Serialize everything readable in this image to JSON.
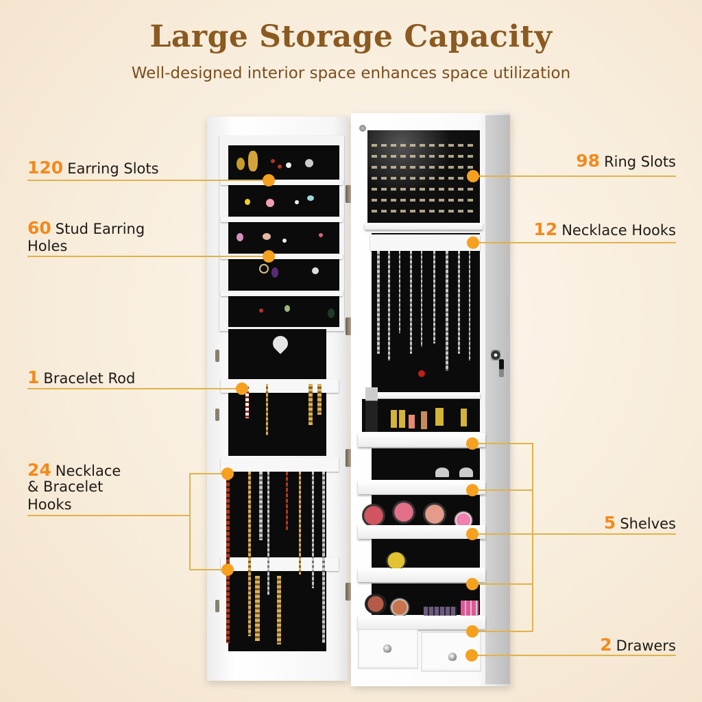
{
  "header": {
    "title": "Large Storage Capacity",
    "subtitle": "Well-designed interior space enhances space utilization"
  },
  "colors": {
    "title": "#8a5a20",
    "number_accent": "#f28a1c",
    "connector_line": "#e0b24a",
    "dot": "#f5a01e",
    "background": "#f8eddc"
  },
  "callouts": {
    "earring_slots": {
      "number": "120",
      "label": "Earring Slots"
    },
    "stud_holes": {
      "number": "60",
      "label_line1": "Stud Earring",
      "label_line2": "Holes"
    },
    "bracelet_rod": {
      "number": "1",
      "label": "Bracelet Rod"
    },
    "necklace_bracelet_hooks": {
      "number": "24",
      "label_line1": "Necklace",
      "label_line2": "& Bracelet",
      "label_line3": "Hooks"
    },
    "ring_slots": {
      "number": "98",
      "label": "Ring Slots"
    },
    "necklace_hooks": {
      "number": "12",
      "label": "Necklace Hooks"
    },
    "shelves": {
      "number": "5",
      "label": "Shelves"
    },
    "drawers": {
      "number": "2",
      "label": "Drawers"
    }
  },
  "product": {
    "name": "wall-mounted jewelry armoire",
    "icons": [
      "lock-icon",
      "key-icon",
      "hinge-icon",
      "drawer-knob-icon"
    ]
  }
}
